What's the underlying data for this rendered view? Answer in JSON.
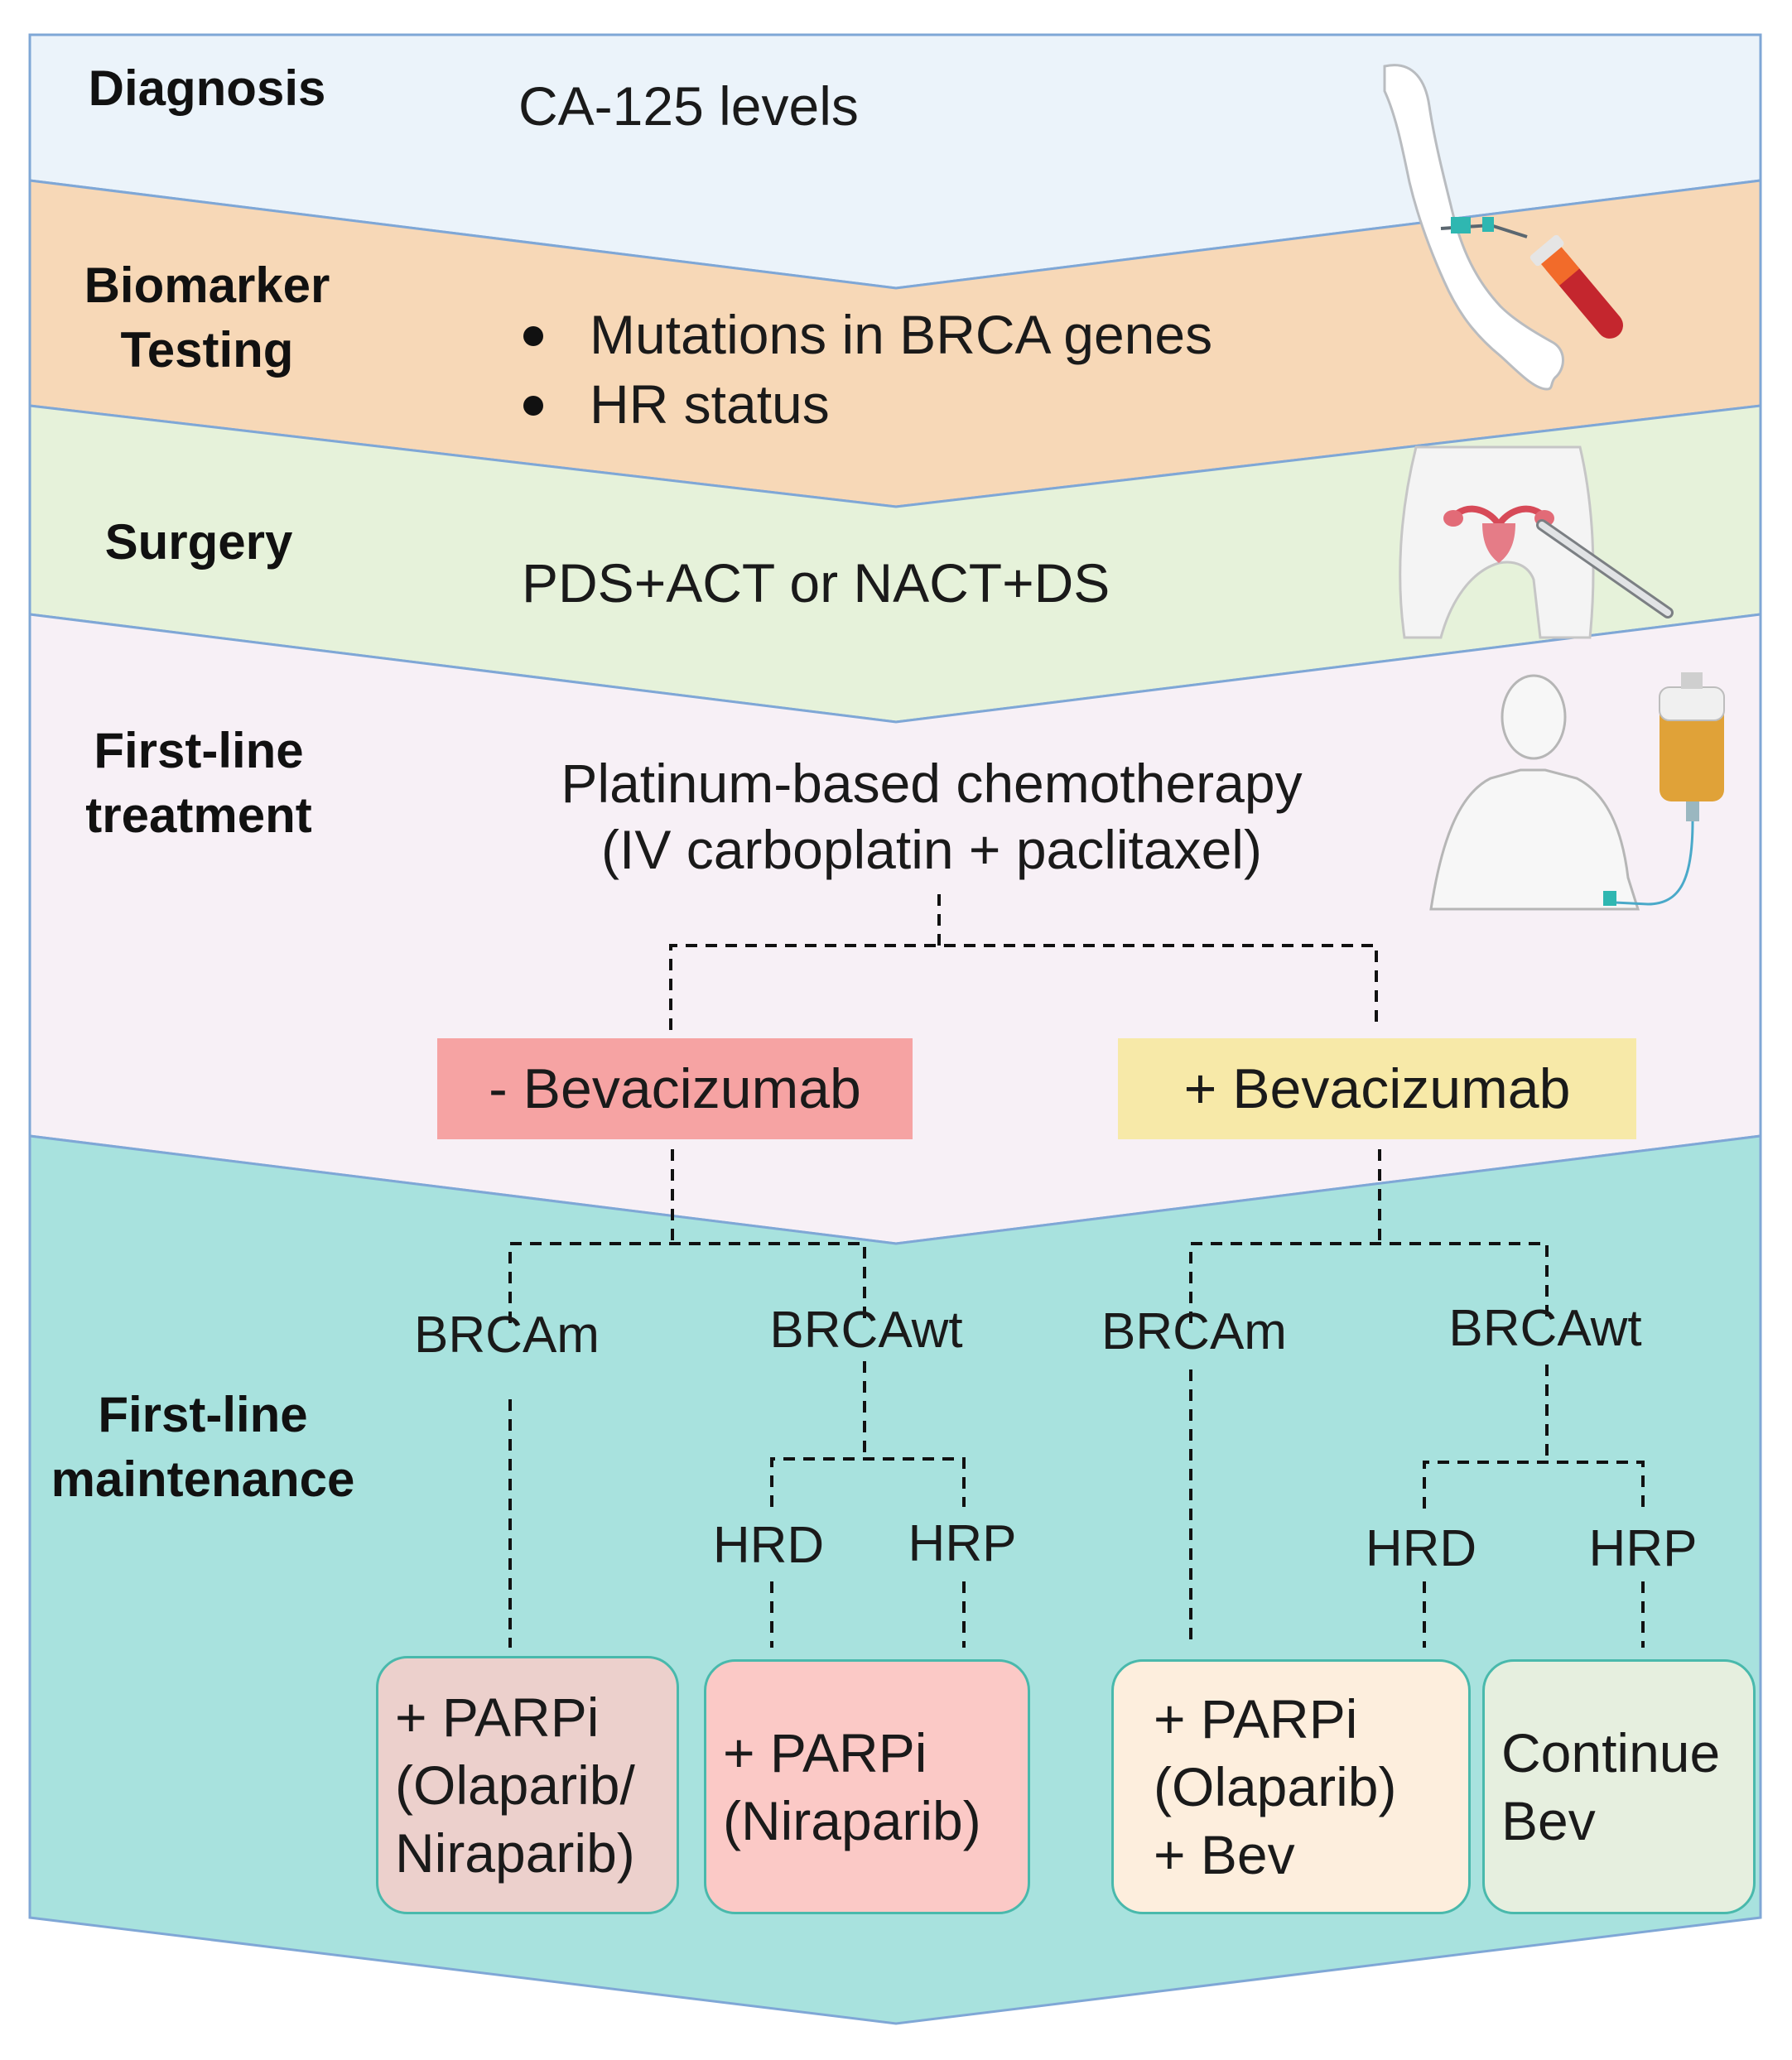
{
  "colors": {
    "diagnosis_band": "#ebf3fa",
    "biomarker_band": "#f7d8b7",
    "surgery_band": "#e6f2da",
    "treatment_band": "#f7f0f6",
    "maintenance_band": "#a8e2de",
    "band_border": "#7fa7d6",
    "minus_bev": "#f6a3a3",
    "plus_bev": "#f7e9a8",
    "box_olaparib_niraparib": "#ecd0cc",
    "box_niraparib": "#fbc9c6",
    "box_olaparib_bev": "#fdeedd",
    "box_continue_bev": "#e6efdf",
    "box_border": "#49b9ac"
  },
  "stages": {
    "diagnosis": "Diagnosis",
    "biomarker_line1": "Biomarker",
    "biomarker_line2": "Testing",
    "surgery": "Surgery",
    "treatment_line1": "First-line",
    "treatment_line2": "treatment",
    "maintenance_line1": "First-line",
    "maintenance_line2": "maintenance"
  },
  "diagnosis_text": "CA-125 levels",
  "biomarker_items": [
    "Mutations in BRCA genes",
    "HR status"
  ],
  "surgery_text": "PDS+ACT or NACT+DS",
  "treatment_line1": "Platinum-based chemotherapy",
  "treatment_line2": "(IV carboplatin + paclitaxel)",
  "bev_minus": "- Bevacizumab",
  "bev_plus": "+ Bevacizumab",
  "branches": {
    "left_brcam": "BRCAm",
    "left_brcawt": "BRCAwt",
    "right_brcam": "BRCAm",
    "right_brcawt": "BRCAwt",
    "left_hrd": "HRD",
    "left_hrp": "HRP",
    "right_hrd": "HRD",
    "right_hrp": "HRP"
  },
  "boxes": {
    "olaparib_niraparib": "+ PARPi\n(Olaparib/\nNiraparib)",
    "niraparib": "+ PARPi\n(Niraparib)",
    "olaparib_bev": "+ PARPi\n(Olaparib)\n+ Bev",
    "continue_bev": "Continue\nBev"
  },
  "icons": {
    "arm": "blood-draw-arm-icon",
    "pelvis": "uterus-surgery-icon",
    "patient": "iv-chemotherapy-patient-icon"
  }
}
